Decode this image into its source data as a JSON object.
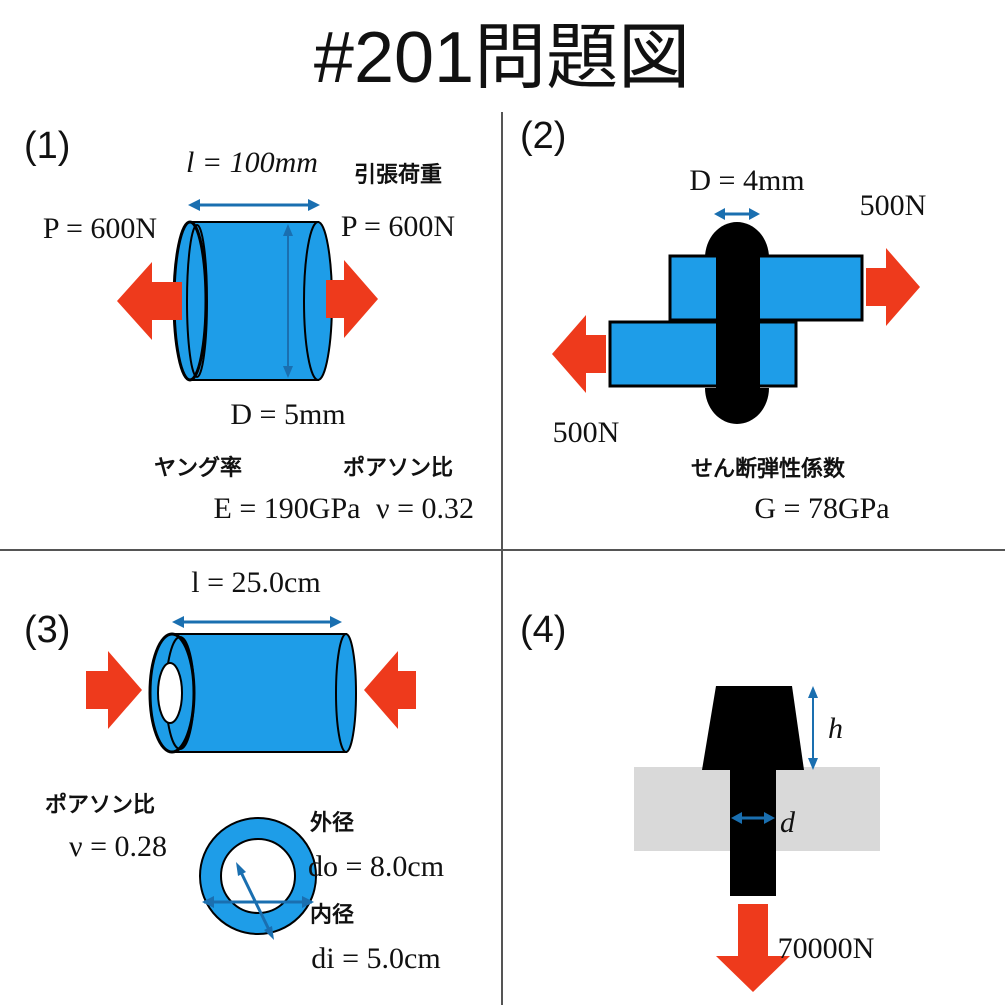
{
  "title": "#201問題図",
  "colors": {
    "blue": "#1e9de8",
    "red": "#ee3a1c",
    "dim": "#1a6fb0",
    "gray": "#d9d9d9",
    "black": "#000000"
  },
  "panel1": {
    "number": "(1)",
    "length_label": "l = 100mm",
    "load_title": "引張荷重",
    "load_left": "P = 600N",
    "load_right": "P = 600N",
    "diameter": "D = 5mm",
    "young_title": "ヤング率",
    "young_value": "E = 190GPa",
    "poisson_title": "ポアソン比",
    "poisson_value": "ν = 0.32"
  },
  "panel2": {
    "number": "(2)",
    "diameter": "D = 4mm",
    "force_right": "500N",
    "force_left": "500N",
    "shear_title": "せん断弾性係数",
    "shear_value": "G = 78GPa"
  },
  "panel3": {
    "number": "(3)",
    "length_label": "l = 25.0cm",
    "poisson_title": "ポアソン比",
    "poisson_value": "ν = 0.28",
    "outer_title": "外径",
    "outer_value": "do = 8.0cm",
    "inner_title": "内径",
    "inner_value": "di = 5.0cm"
  },
  "panel4": {
    "number": "(4)",
    "height_label": "h",
    "diameter_label": "d",
    "force": "70000N"
  },
  "icons": [
    "arrow-left-icon",
    "arrow-right-icon",
    "arrow-down-icon"
  ]
}
